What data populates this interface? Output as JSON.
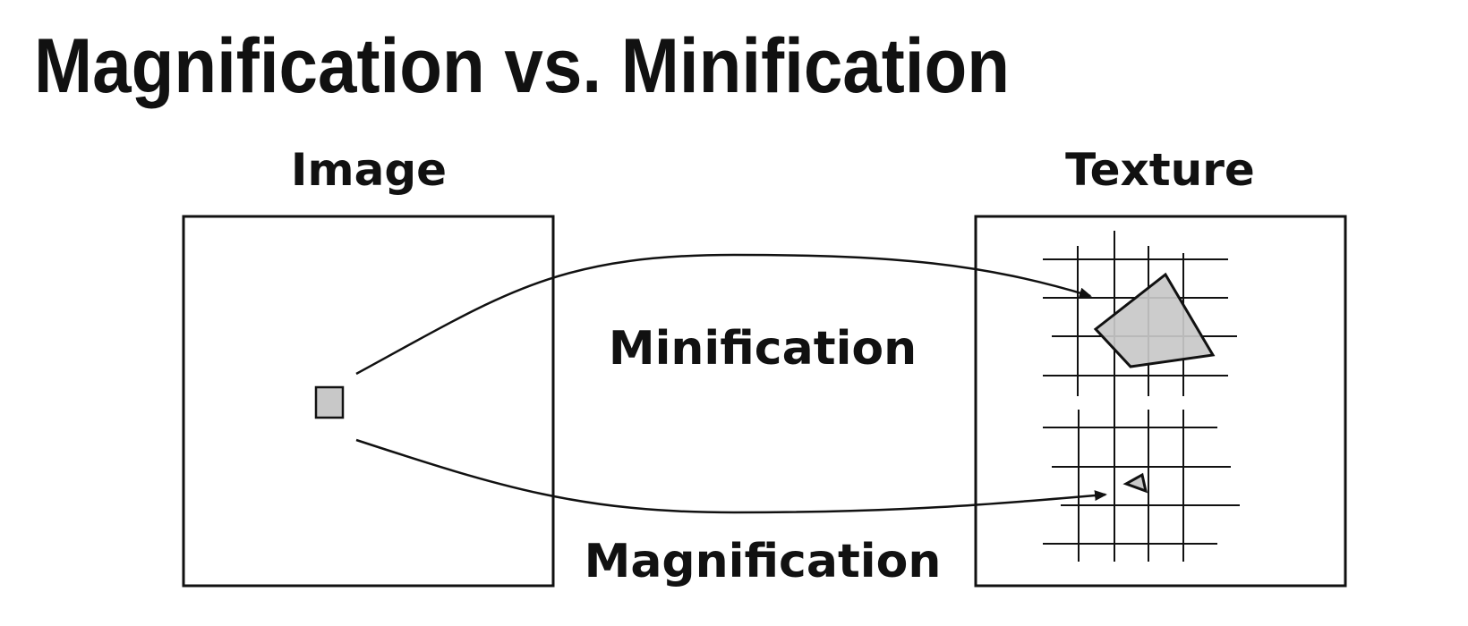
{
  "slide": {
    "title": "Magnification vs. Minification"
  },
  "diagram": {
    "left_panel_label": "Image",
    "right_panel_label": "Texture",
    "upper_arrow_label": "Minification",
    "lower_arrow_label": "Magnification"
  },
  "colors": {
    "ink": "#111111",
    "pixel_fill": "#c8c8c8",
    "background": "#ffffff"
  }
}
